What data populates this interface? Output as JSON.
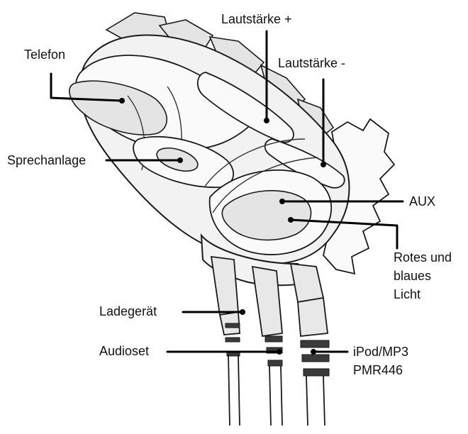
{
  "labels": {
    "telefon": "Telefon",
    "lautstaerke_plus": "Lautstärke +",
    "lautstaerke_minus": "Lautstärke -",
    "sprechanlage": "Sprechanlage",
    "aux": "AUX",
    "rotes_licht_line1": "Rotes und",
    "rotes_licht_line2": "blaues",
    "rotes_licht_line3": "Licht",
    "ladegeraet": "Ladegerät",
    "audioset": "Audioset",
    "ipod_line1": "iPod/MP3",
    "ipod_line2": "PMR446"
  },
  "colors": {
    "outline": "#1a1a1a",
    "body_fill": "#f2f2f2",
    "leader": "#000000",
    "text": "#111111"
  }
}
